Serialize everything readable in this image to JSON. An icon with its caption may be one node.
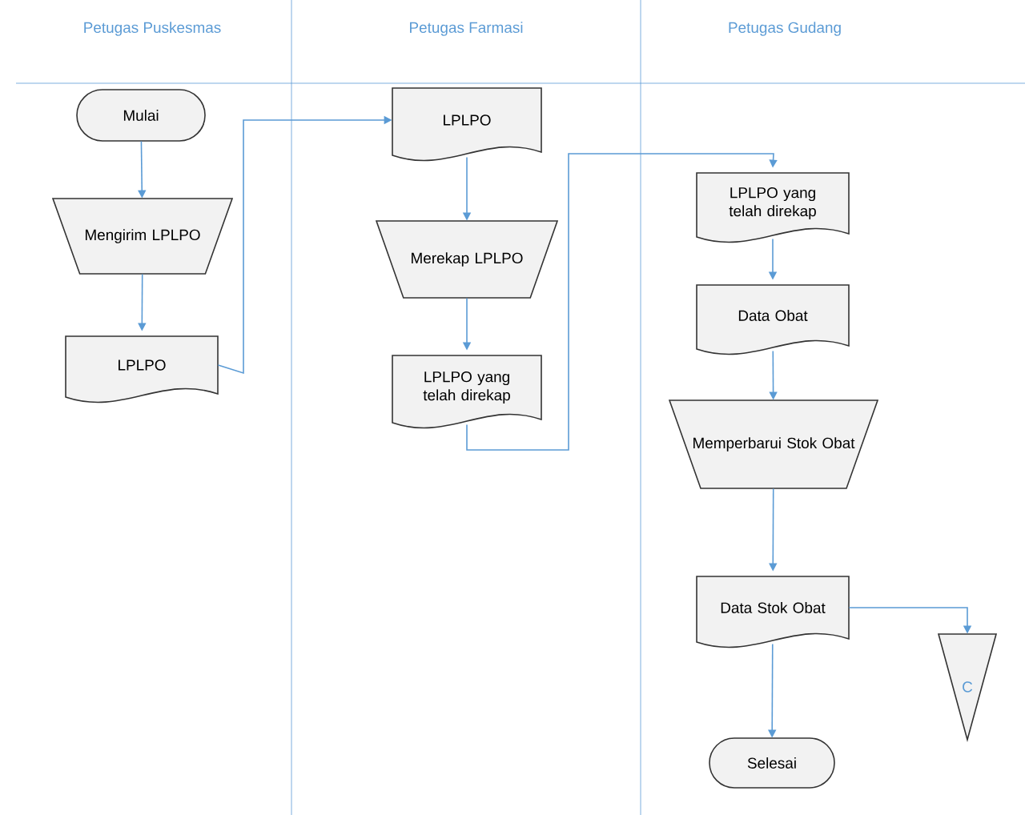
{
  "diagram": {
    "nodes": [
      {
        "text": [
          "Mulai"
        ]
      },
      {
        "text": [
          "Mengirim LPLPO"
        ]
      },
      {
        "text": [
          "LPLPO"
        ]
      },
      {
        "text": [
          "LPLPO"
        ]
      },
      {
        "text": [
          "Merekap LPLPO"
        ]
      },
      {
        "text": [
          "LPLPO yang telah direkap"
        ]
      },
      {
        "text": [
          "LPLPO yang telah direkap"
        ]
      },
      {
        "text": [
          "Data Obat"
        ]
      },
      {
        "text": [
          "Memperbarui Stok Obat"
        ]
      },
      {
        "text": [
          "Data Stok Obat"
        ]
      },
      {
        "text": [
          "C"
        ]
      },
      {
        "text": [
          "Selesai"
        ]
      }
    ],
    "edges": [
      {
        "from": 0,
        "to": 1,
        "arrow": "to"
      },
      {
        "from": 1,
        "to": 2,
        "arrow": "to"
      },
      {
        "from": 2,
        "to": 3,
        "arrow": "to"
      },
      {
        "from": 3,
        "to": 4,
        "arrow": "to"
      },
      {
        "from": 4,
        "to": 5,
        "arrow": "to"
      },
      {
        "from": 5,
        "to": 6,
        "arrow": "to"
      },
      {
        "from": 6,
        "to": 7,
        "arrow": "to"
      },
      {
        "from": 7,
        "to": 8,
        "arrow": "to"
      },
      {
        "from": 8,
        "to": 9,
        "arrow": "to"
      },
      {
        "from": 9,
        "to": 10,
        "arrow": "to"
      },
      {
        "from": 9,
        "to": 11,
        "arrow": "to"
      }
    ],
    "labels": [
      "Petugas Puskesmas",
      "Petugas Farmasi",
      "Petugas Gudang"
    ]
  }
}
